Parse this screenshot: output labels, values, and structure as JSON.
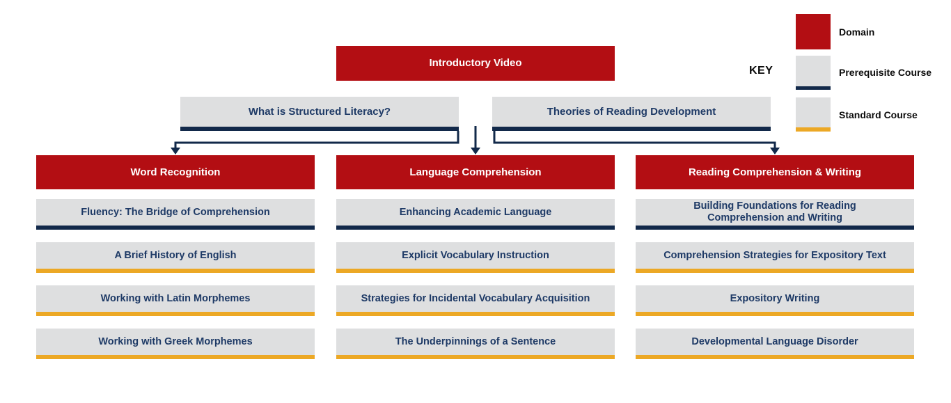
{
  "colors": {
    "red": "#B30E13",
    "navy": "#12294A",
    "gold": "#ECA825",
    "gray": "#DEDFE0",
    "text": "#1E3A66",
    "keytext": "#0B0B0B"
  },
  "intro": {
    "label": "Introductory Video"
  },
  "prerequisites_row": [
    {
      "label": "What is Structured Literacy?"
    },
    {
      "label": "Theories of Reading Development"
    }
  ],
  "columns": [
    {
      "domain": "Word Recognition",
      "courses": [
        {
          "label": "Fluency: The Bridge of Comprehension",
          "type": "prerequisite"
        },
        {
          "label": "A Brief History of English",
          "type": "standard"
        },
        {
          "label": "Working with Latin Morphemes",
          "type": "standard"
        },
        {
          "label": "Working with Greek Morphemes",
          "type": "standard"
        }
      ]
    },
    {
      "domain": "Language Comprehension",
      "courses": [
        {
          "label": "Enhancing Academic Language",
          "type": "prerequisite"
        },
        {
          "label": "Explicit Vocabulary Instruction",
          "type": "standard"
        },
        {
          "label": "Strategies for Incidental Vocabulary Acquisition",
          "type": "standard"
        },
        {
          "label": "The Underpinnings of a Sentence",
          "type": "standard"
        }
      ]
    },
    {
      "domain": "Reading Comprehension & Writing",
      "courses": [
        {
          "label": "Building Foundations for Reading Comprehension and Writing",
          "type": "prerequisite"
        },
        {
          "label": "Comprehension Strategies for Expository Text",
          "type": "standard"
        },
        {
          "label": "Expository Writing",
          "type": "standard"
        },
        {
          "label": "Developmental Language Disorder",
          "type": "standard"
        }
      ]
    }
  ],
  "key": {
    "title": "KEY",
    "items": [
      {
        "label": "Domain",
        "type": "domain"
      },
      {
        "label": "Prerequisite Course",
        "type": "prerequisite"
      },
      {
        "label": "Standard Course",
        "type": "standard"
      }
    ]
  }
}
